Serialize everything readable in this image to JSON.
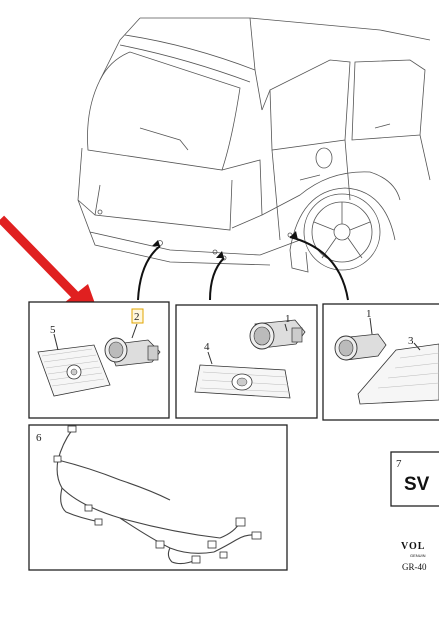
{
  "callouts": {
    "c1a": "1",
    "c1b": "1",
    "c2": "2",
    "c3": "3",
    "c4": "4",
    "c5": "5",
    "c6": "6",
    "c7": "7"
  },
  "panel7": {
    "code": "SV"
  },
  "footer": {
    "brand": "VOL",
    "brand_sub": "GENUIN",
    "ref": "GR-40"
  },
  "colors": {
    "arrow": "#e02020",
    "highlight": "#e2a400"
  }
}
